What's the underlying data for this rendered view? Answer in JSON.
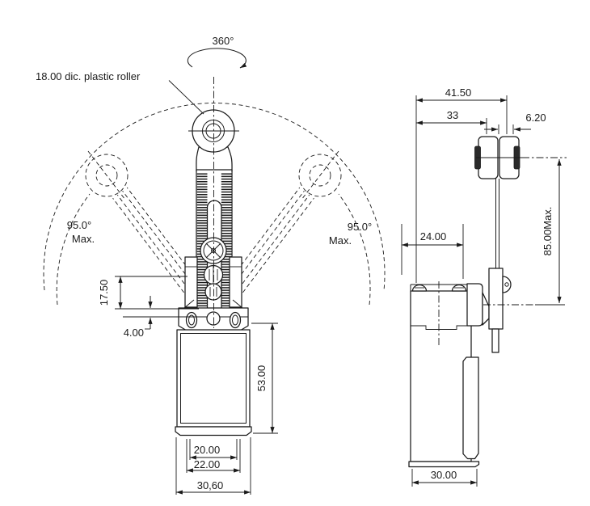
{
  "drawing": {
    "kind": "limit-switch outline technical drawing",
    "views": [
      "front view with adjustable roller lever",
      "side view"
    ]
  },
  "colors": {
    "line": "#1a1a1a",
    "background": "#ffffff",
    "roller_cap": "#2a2a2a"
  },
  "front_view": {
    "rotation_angle": "360°",
    "roller_note": "18.00 dic. plastic roller",
    "left_angle": "95.0°",
    "left_angle_max": "Max.",
    "right_angle": "95.0°",
    "right_angle_max": "Max.",
    "dim_head_offset": "17.50",
    "dim_overtravel": "4.00",
    "dim_body_height": "53.00",
    "dim_body_width_inner": "20.00",
    "dim_body_width_outer": "22.00",
    "dim_base_width": "30,60"
  },
  "side_view": {
    "dim_total_depth": "41.50",
    "dim_roller_plane": "33",
    "dim_roller_width": "6.20",
    "dim_head_depth": "24.00",
    "dim_lever_length_max": "85.00Max.",
    "dim_body_depth": "30.00"
  }
}
